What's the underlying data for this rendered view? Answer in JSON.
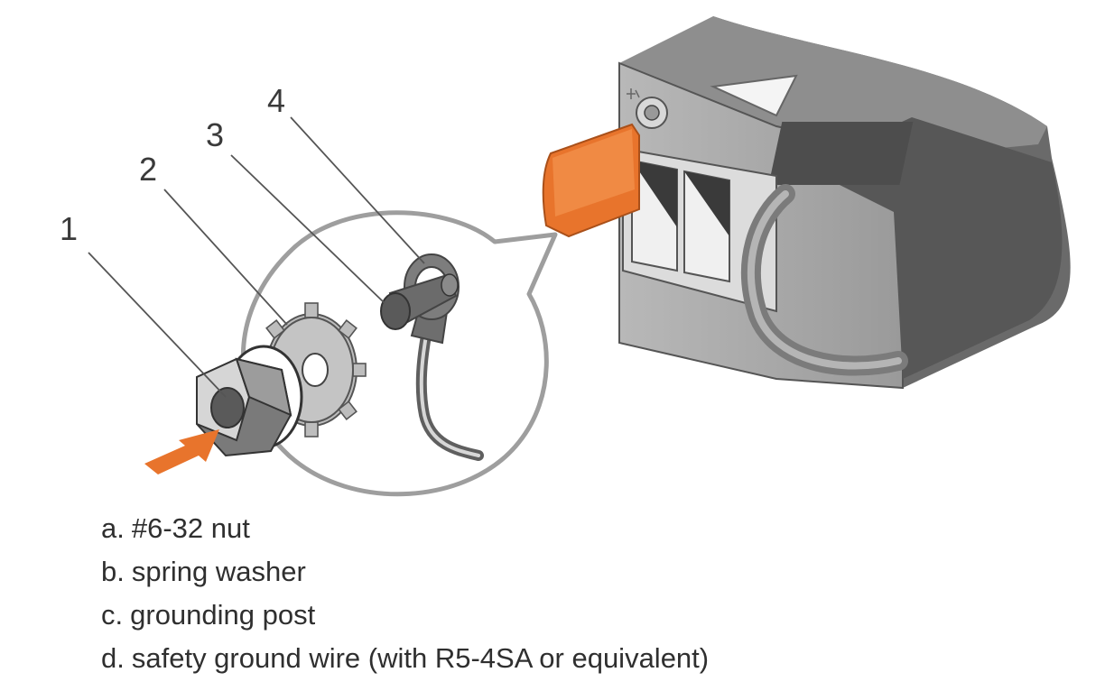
{
  "figure": {
    "callouts": [
      "1",
      "2",
      "3",
      "4"
    ]
  },
  "legend": [
    {
      "letter": "a.",
      "text": "#6-32 nut"
    },
    {
      "letter": "b.",
      "text": "spring washer"
    },
    {
      "letter": "c.",
      "text": "grounding post"
    },
    {
      "letter": "d.",
      "text": "safety ground wire (with R5-4SA or equivalent)"
    }
  ],
  "colors": {
    "accent_orange": "#e8742c",
    "psu_gray": "#8f8f8f",
    "psu_dark": "#5a5a5a",
    "line": "#444444"
  }
}
